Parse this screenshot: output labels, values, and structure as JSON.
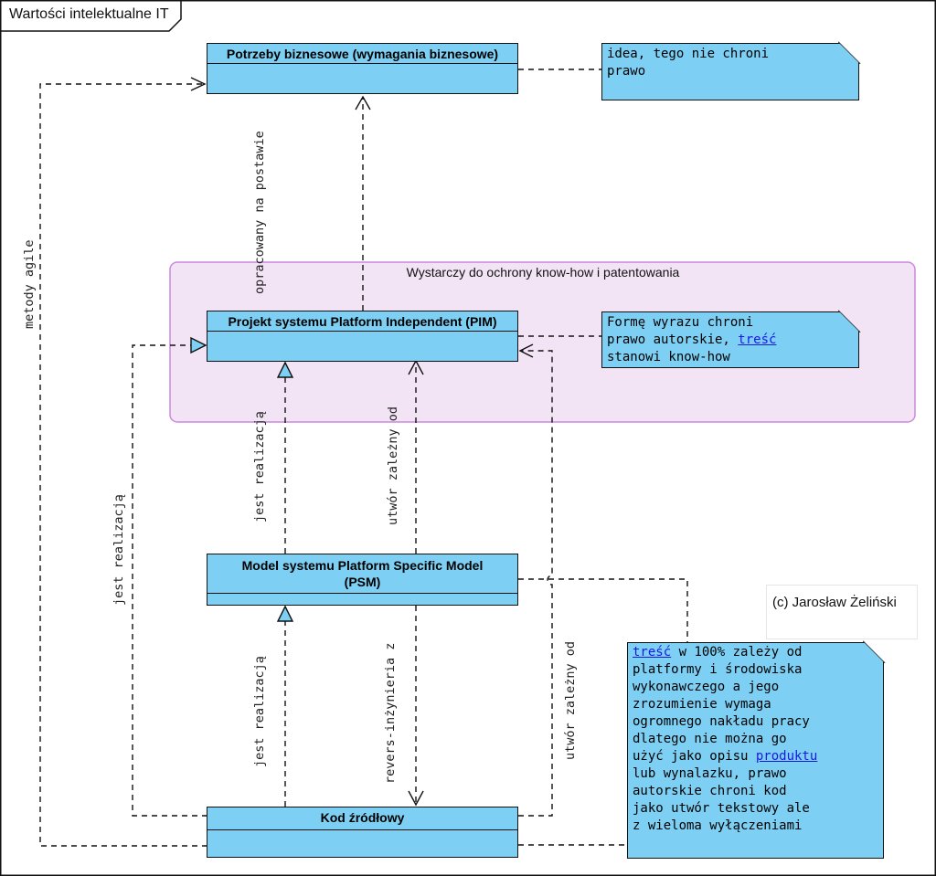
{
  "frame": {
    "title": "Wartości intelektualne IT"
  },
  "boundary": {
    "title": "Wystarczy do ochrony know-how i patentowania"
  },
  "classes": {
    "business_needs": "Potrzeby biznesowe (wymagania biznesowe)",
    "pim": "Projekt systemu Platform Independent (PIM)",
    "psm": "Model systemu Platform Specific Model (PSM)",
    "source_code": "Kod źródłowy"
  },
  "notes": {
    "idea": [
      "idea, tego nie chroni",
      "prawo"
    ],
    "form": {
      "line1": "Formę wyrazu chroni",
      "line2_before": "prawo autorskie, ",
      "line2_link": "treść",
      "line3": "stanowi know-how"
    },
    "content": {
      "line1_link": "treść",
      "line1_after": " w 100% zależy od",
      "line2": "platformy i środowiska",
      "line3": "wykonawczego a jego",
      "line4": "zrozumienie wymaga",
      "line5": "ogromnego nakładu pracy",
      "line6": "dlatego nie można go",
      "line7_before": "użyć jako opisu ",
      "line7_link": "produktu",
      "line8": "lub wynalazku, prawo",
      "line9": "autorskie chroni kod",
      "line10": "jako utwór tekstowy ale",
      "line11": "z wieloma wyłączeniami"
    }
  },
  "edge_labels": {
    "worked_out_based_on": "opracowany na postawie",
    "agile_methods": "metody agile",
    "is_realization_pim_psm": "jest realizacją",
    "is_realization_pim_code": "jest realizacją",
    "is_realization_psm_code": "jest realizacją",
    "derived_work_pim_psm": "utwór zależny od",
    "derived_work_code_pim": "utwór zależny od",
    "reverse_engineering": "revers-inżynieria z"
  },
  "copyright": "(c) Jarosław Żeliński",
  "colors": {
    "class_fill": "#7dd0f4",
    "boundary_fill": "#f3e4f5",
    "boundary_stroke": "#cc88dd"
  }
}
